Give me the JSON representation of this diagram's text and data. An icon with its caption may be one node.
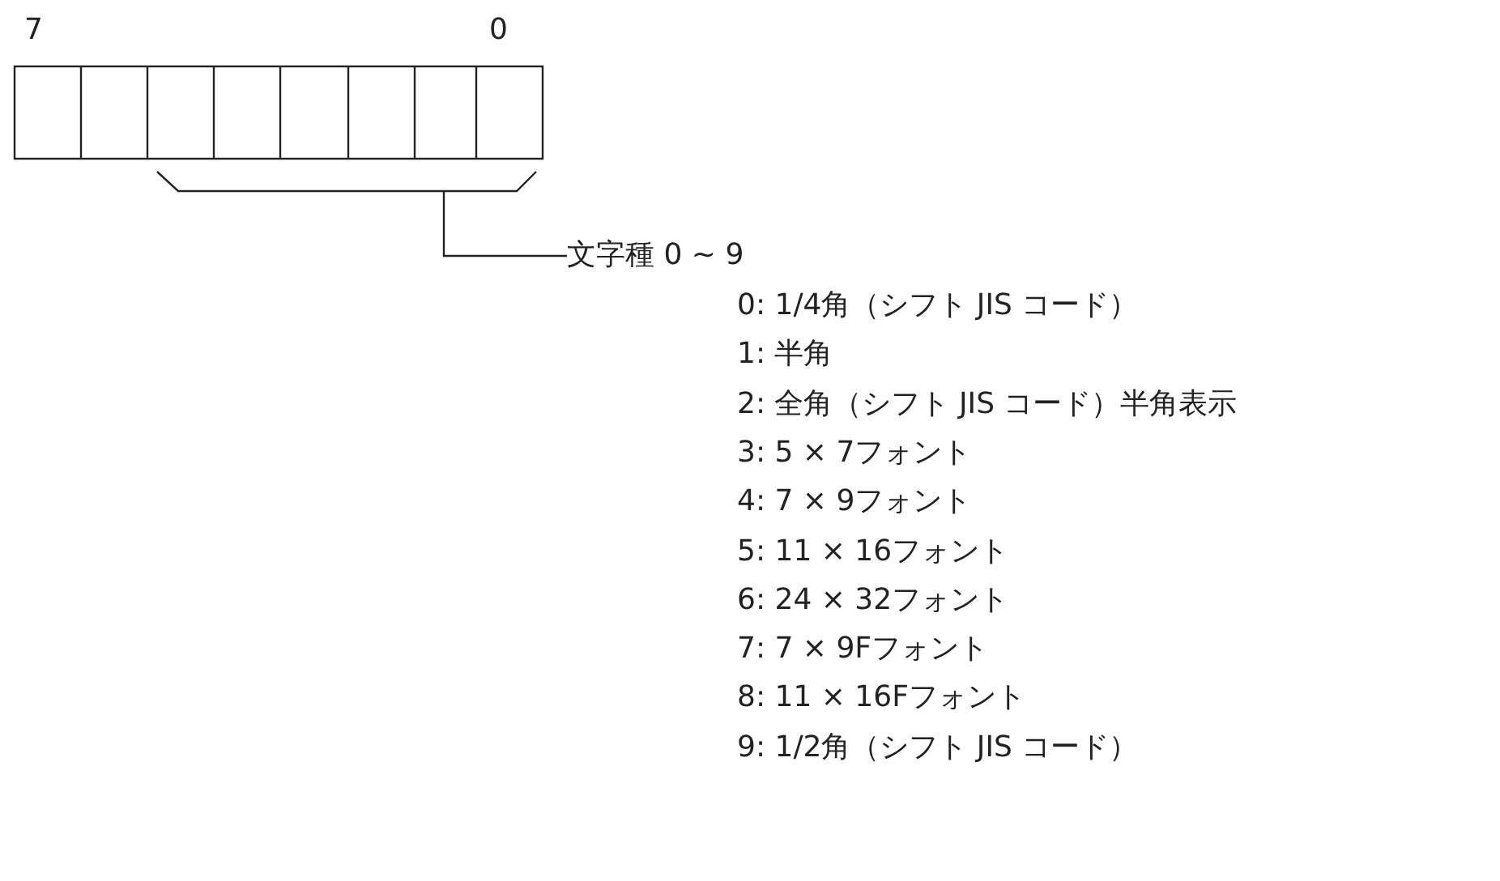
{
  "diagram": {
    "nodes": [
      {
        "text": [
          "文字種 0 ~ 9"
        ]
      },
      {
        "text": [],
        "shape": "bracket"
      }
    ],
    "edges": [
      {
        "from": 0,
        "to": 1,
        "arrow": "none"
      }
    ],
    "labels": [
      "7",
      "0",
      "0: 1/4角（シフト JIS コード）",
      "1: 半角",
      "2: 全角（シフト JIS コード）半角表示",
      "3: 5 × 7フォント",
      "4: 7 × 9フォント",
      "5: 11 × 16フォント",
      "6: 24 × 32フォント",
      "7: 7 × 9Fフォント",
      "8: 11 × 16Fフォント",
      "9: 1/2角（シフト JIS コード）"
    ]
  }
}
